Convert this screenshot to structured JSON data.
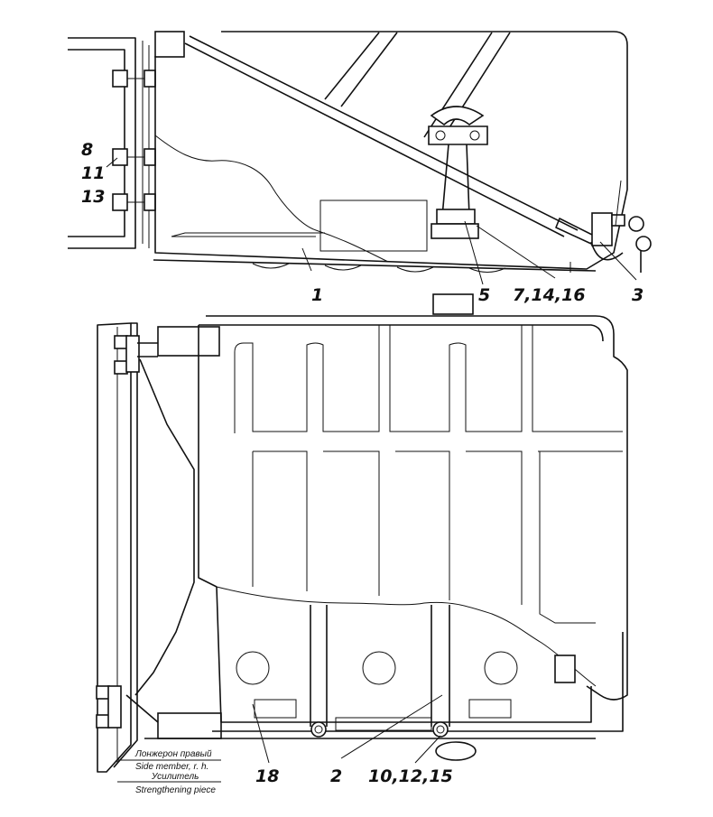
{
  "callouts": {
    "c8": "8",
    "c11": "11",
    "c13": "13",
    "c1": "1",
    "c5": "5",
    "c7_14_16": "7,14,16",
    "c3": "3",
    "c18": "18",
    "c2": "2",
    "c10_12_15": "10,12,15"
  },
  "notes": {
    "side_member_ru": "Лонжерон правый",
    "side_member_en": "Side member, r. h.",
    "strengthening_ru": "Усилитель",
    "strengthening_en": "Strengthening piece"
  }
}
